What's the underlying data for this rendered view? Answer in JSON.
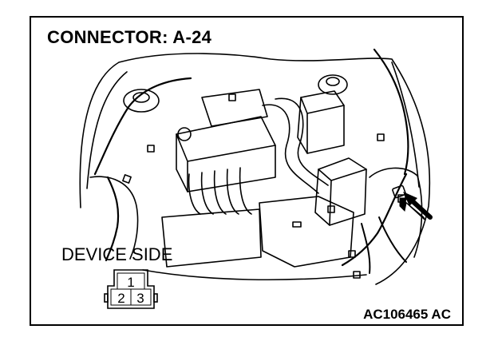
{
  "title": "CONNECTOR: A-24",
  "device_side_label": "DEVICE SIDE",
  "connector_pins": [
    "1",
    "2",
    "3"
  ],
  "figure_id": "AC106465 AC"
}
